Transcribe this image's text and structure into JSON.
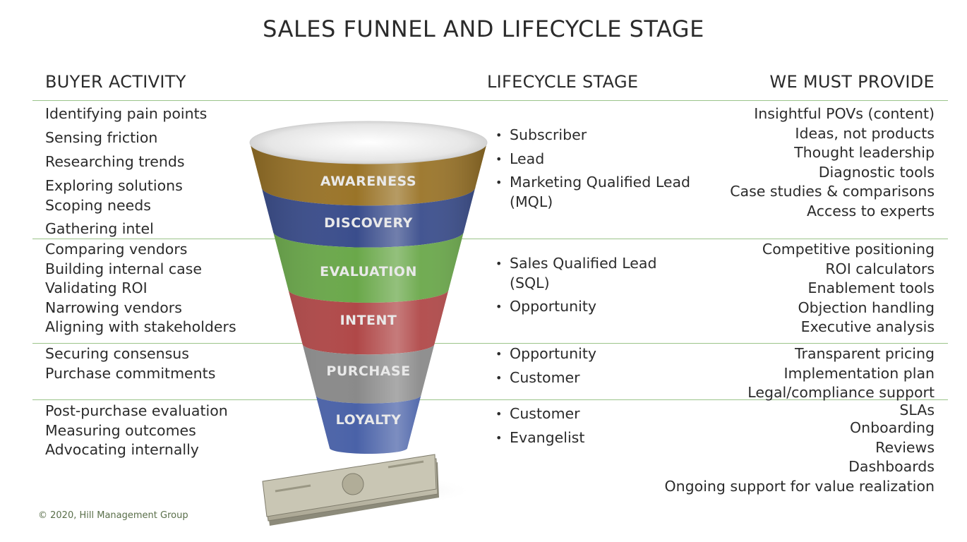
{
  "title": "SALES FUNNEL AND LIFECYCLE STAGE",
  "headers": {
    "buyer": "BUYER ACTIVITY",
    "stage": "LIFECYCLE STAGE",
    "provide": "WE MUST PROVIDE"
  },
  "buyer": [
    [
      "Identifying pain points",
      "Sensing friction",
      "Researching trends",
      "Exploring solutions",
      "Scoping needs",
      "Gathering intel"
    ],
    [
      "Comparing vendors",
      "Building internal case",
      "Validating ROI",
      "Narrowing vendors",
      "Aligning with stakeholders"
    ],
    [
      "Securing consensus",
      "Purchase commitments"
    ],
    [
      "Post-purchase evaluation",
      "Measuring outcomes",
      "Advocating internally"
    ]
  ],
  "stages": [
    [
      "Subscriber",
      "Lead",
      "Marketing Qualified Lead (MQL)"
    ],
    [
      "Sales Qualified Lead (SQL)",
      "Opportunity"
    ],
    [
      "Opportunity",
      "Customer"
    ],
    [
      "Customer",
      "Evangelist"
    ]
  ],
  "provide": [
    [
      "Insightful POVs (content)",
      "Ideas, not products",
      "Thought leadership",
      "Diagnostic tools",
      "Case studies & comparisons",
      "Access to experts"
    ],
    [
      "Competitive positioning",
      "ROI calculators",
      "Enablement tools",
      "Objection handling",
      "Executive analysis"
    ],
    [
      "Transparent pricing",
      "Implementation plan",
      "Legal/compliance support"
    ],
    [
      "SLAs",
      "Onboarding",
      "Reviews",
      "Dashboards",
      "Ongoing support for value realization"
    ]
  ],
  "funnel": {
    "labels": [
      "AWARENESS",
      "DISCOVERY",
      "EVALUATION",
      "INTENT",
      "PURCHASE",
      "LOYALTY"
    ],
    "colors": [
      "#9a7428",
      "#3a4d8c",
      "#6aa84a",
      "#b04848",
      "#8a8a8a",
      "#4a62a8"
    ]
  },
  "footer": "© 2020, Hill Management Group",
  "colors": {
    "rule": "#9bc48a",
    "text": "#2b2b2b"
  }
}
